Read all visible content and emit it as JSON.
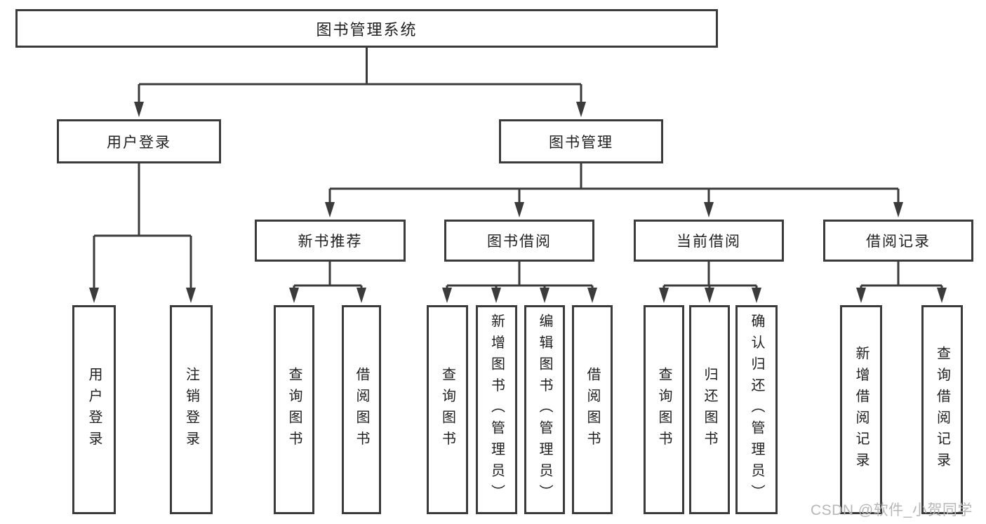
{
  "diagram": {
    "title": "图书管理系统",
    "watermark": "CSDN @软件_小贺同学",
    "colors": {
      "line": "#3b3b3b",
      "text": "#1f1f1f",
      "box_background": "#ffffff",
      "watermark": "#b7b7b7"
    },
    "nodes": {
      "root": {
        "label": "图书管理系统"
      },
      "level2": [
        {
          "label": "用户登录"
        },
        {
          "label": "图书管理"
        }
      ],
      "level3": [
        {
          "label": "新书推荐"
        },
        {
          "label": "图书借阅"
        },
        {
          "label": "当前借阅"
        },
        {
          "label": "借阅记录"
        }
      ],
      "leaves": {
        "user_login": [
          {
            "label": "用户登录"
          },
          {
            "label": "注销登录"
          }
        ],
        "new_books": [
          {
            "label": "查询图书"
          },
          {
            "label": "借阅图书"
          }
        ],
        "book_borrow": [
          {
            "label": "查询图书"
          },
          {
            "label": "新增图书（管理员）"
          },
          {
            "label": "编辑图书（管理员）"
          },
          {
            "label": "借阅图书"
          }
        ],
        "current_borrow": [
          {
            "label": "查询图书"
          },
          {
            "label": "归还图书"
          },
          {
            "label": "确认归还（管理员）"
          }
        ],
        "borrow_records": [
          {
            "label": "新增借阅记录"
          },
          {
            "label": "查询借阅记录"
          }
        ]
      }
    }
  }
}
